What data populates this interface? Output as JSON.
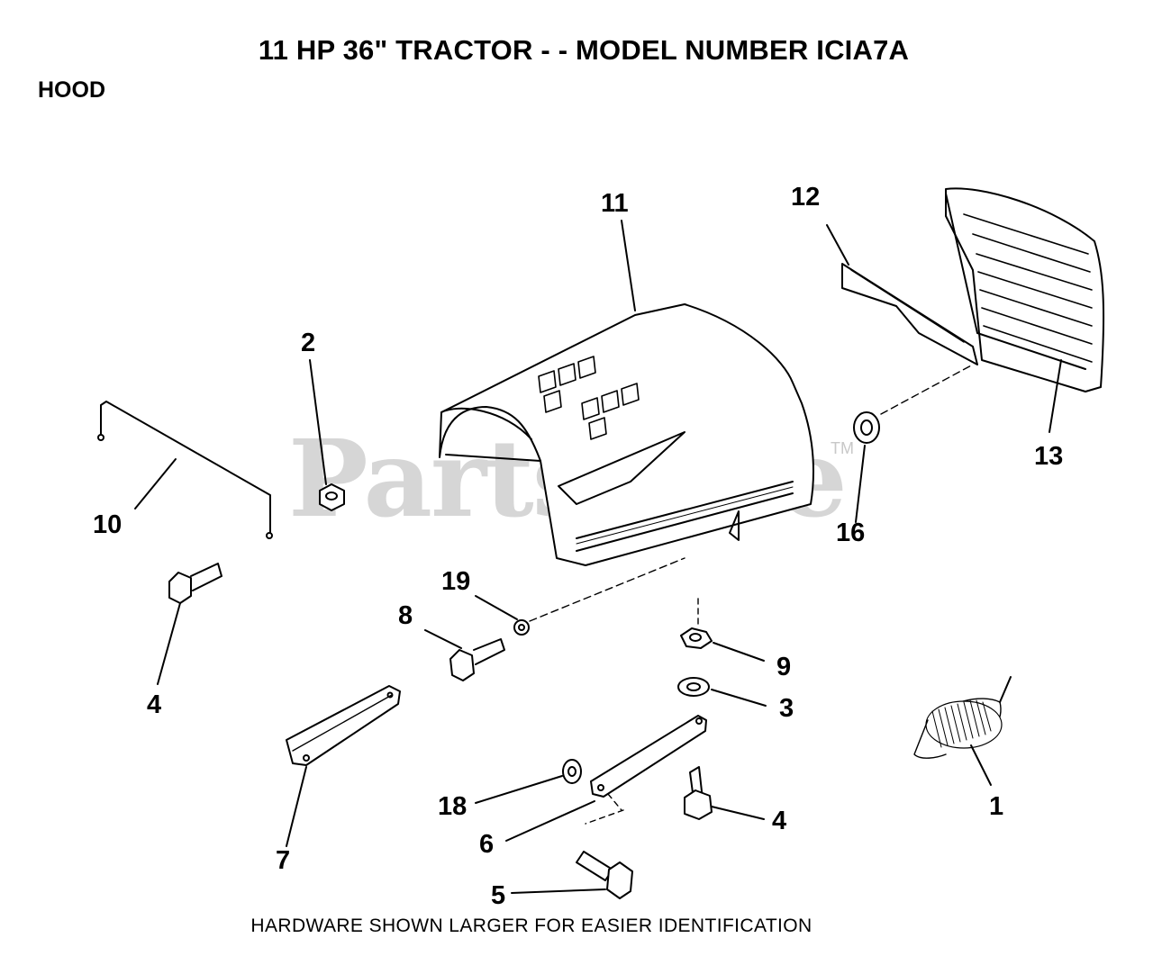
{
  "title": "11 HP 36\" TRACTOR - - MODEL NUMBER ICIA7A",
  "section": "HOOD",
  "footer": "HARDWARE SHOWN LARGER FOR EASIER IDENTIFICATION",
  "watermark": "PartsTree",
  "trademark": "TM",
  "callouts": {
    "c1": "1",
    "c2": "2",
    "c3": "3",
    "c4a": "4",
    "c4b": "4",
    "c5": "5",
    "c6": "6",
    "c7": "7",
    "c8": "8",
    "c9": "9",
    "c10": "10",
    "c11": "11",
    "c12": "12",
    "c13": "13",
    "c16": "16",
    "c18": "18",
    "c19": "19"
  }
}
